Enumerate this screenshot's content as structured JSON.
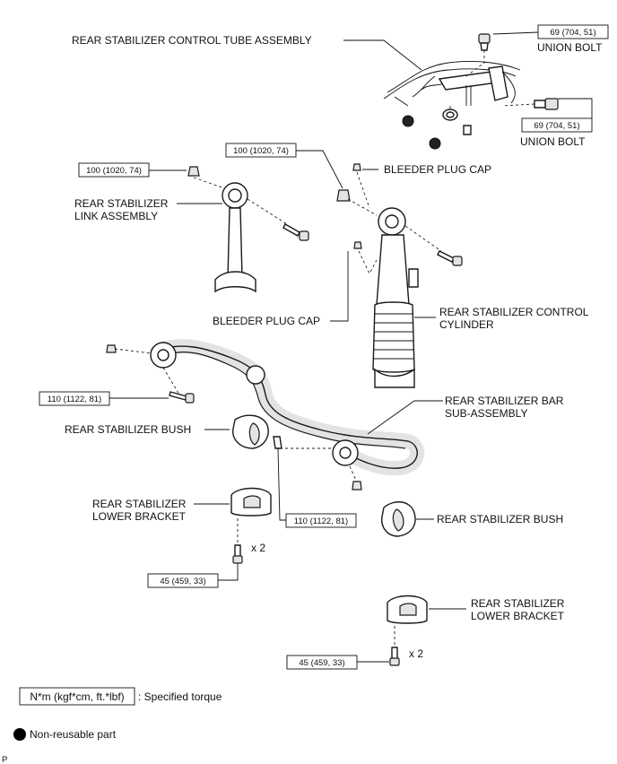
{
  "labels": {
    "control_tube_assembly": "REAR STABILIZER CONTROL TUBE ASSEMBLY",
    "union_bolt_top": "UNION BOLT",
    "union_bolt_right": "UNION BOLT",
    "bleeder_plug_cap_top": "BLEEDER PLUG CAP",
    "bleeder_plug_cap_mid": "BLEEDER PLUG CAP",
    "link_assembly_line1": "REAR STABILIZER",
    "link_assembly_line2": "LINK ASSEMBLY",
    "control_cylinder_line1": "REAR STABILIZER CONTROL",
    "control_cylinder_line2": "CYLINDER",
    "bar_sub_assembly_line1": "REAR STABILIZER BAR",
    "bar_sub_assembly_line2": "SUB-ASSEMBLY",
    "bush_left": "REAR STABILIZER BUSH",
    "bush_right": "REAR STABILIZER BUSH",
    "lower_bracket_left_line1": "REAR STABILIZER",
    "lower_bracket_left_line2": "LOWER BRACKET",
    "lower_bracket_right_line1": "REAR STABILIZER",
    "lower_bracket_right_line2": "LOWER BRACKET",
    "qty_left": "x 2",
    "qty_right": "x 2"
  },
  "torques": {
    "union_bolt_top": "69 (704, 51)",
    "union_bolt_right": "69 (704, 51)",
    "link_nut": "100 (1020, 74)",
    "cylinder_nut": "100 (1020, 74)",
    "bar_bolt_left": "110 (1122, 81)",
    "bar_bolt_right": "110 (1122, 81)",
    "bracket_bolt_left": "45 (459, 33)",
    "bracket_bolt_right": "45 (459, 33)"
  },
  "legend": {
    "torque_unit": "N*m (kgf*cm, ft.*lbf)",
    "torque_desc": ": Specified torque",
    "non_reusable": "Non-reusable part"
  },
  "corner_mark": "P",
  "colors": {
    "line": "#111111",
    "part_fill": "#ffffff",
    "part_shade": "#e4e4e4",
    "marker": "#000000"
  }
}
